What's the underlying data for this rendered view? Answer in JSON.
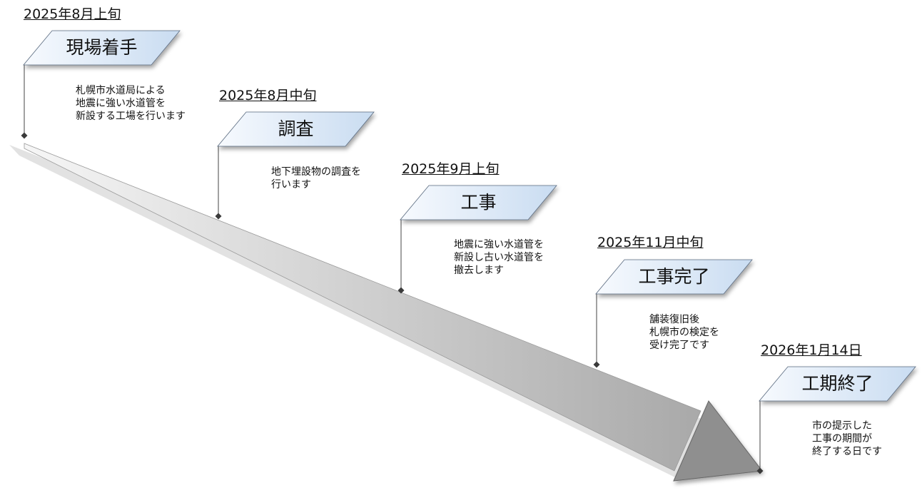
{
  "milestones": [
    {
      "date": "2025年8月上旬",
      "label": "現場着手",
      "desc": [
        "札幌市水道局による",
        "地震に強い水道管を",
        "新設する工場を行います"
      ]
    },
    {
      "date": "2025年8月中旬",
      "label": "調査",
      "desc": [
        "地下埋設物の調査を",
        "行います"
      ]
    },
    {
      "date": "2025年9月上旬",
      "label": "工事",
      "desc": [
        "地震に強い水道管を",
        "新設し古い水道管を",
        "撤去します"
      ]
    },
    {
      "date": "2025年11月中旬",
      "label": "工事完了",
      "desc": [
        "舗装復旧後",
        "札幌市の検定を",
        "受け完了です"
      ]
    },
    {
      "date": "2026年1月14日",
      "label": "工期終了",
      "desc": [
        "市の提示した",
        "工事の期間が",
        "終了する日です"
      ]
    }
  ],
  "colors": {
    "banner_light": "#f7fafe",
    "banner_blue": "#c9dcf1",
    "arrow_light": "#f6f6f6",
    "arrow_dark": "#a9a9a9",
    "arrow_head": "#8f8f8f",
    "stroke": "#444444"
  }
}
